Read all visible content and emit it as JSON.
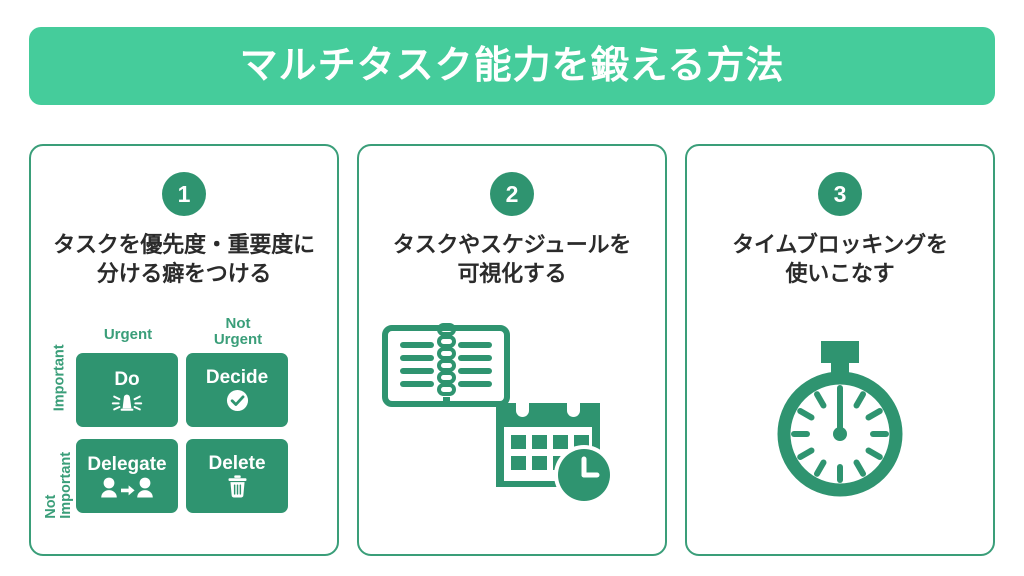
{
  "header": {
    "title": "マルチタスク能力を鍛える方法",
    "background_color": "#45cc9b",
    "text_color": "#ffffff"
  },
  "theme": {
    "banner_green": "#45cc9b",
    "icon_green": "#2f9470",
    "border_green": "#3a9e79",
    "title_text": "#2b2b2b",
    "page_background": "#ffffff"
  },
  "cards": [
    {
      "number": "1",
      "title": "タスクを優先度・重要度に\n分ける癖をつける",
      "visual": "eisenhower-matrix",
      "matrix": {
        "column_labels": [
          "Urgent",
          "Not\nUrgent"
        ],
        "row_labels": [
          "Important",
          "Not\nImportant"
        ],
        "cells": [
          {
            "label": "Do",
            "icon": "siren-icon"
          },
          {
            "label": "Decide",
            "icon": "check-circle-icon"
          },
          {
            "label": "Delegate",
            "icon": "person-to-person-icon"
          },
          {
            "label": "Delete",
            "icon": "trash-icon"
          }
        ]
      }
    },
    {
      "number": "2",
      "title": "タスクやスケジュールを\n可視化する",
      "visual": "notebook-and-calendar",
      "icons": [
        "open-notebook-icon",
        "calendar-clock-icon"
      ]
    },
    {
      "number": "3",
      "title": "タイムブロッキングを\n使いこなす",
      "visual": "stopwatch",
      "icons": [
        "stopwatch-icon"
      ]
    }
  ]
}
